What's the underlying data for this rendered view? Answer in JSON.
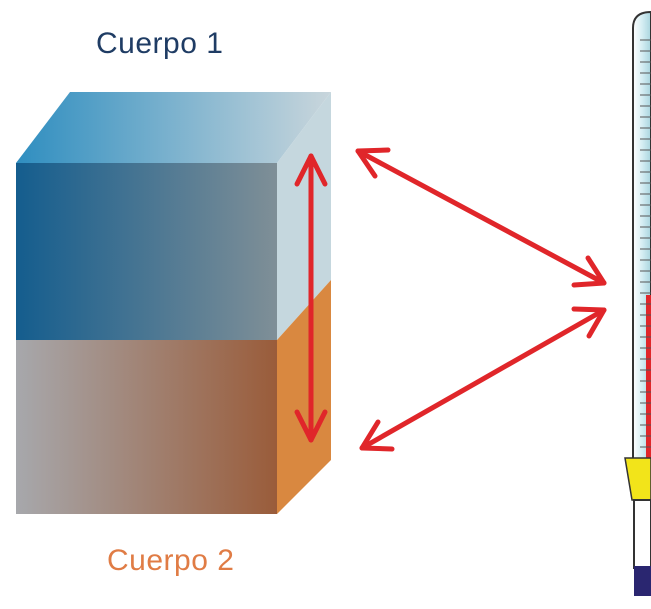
{
  "labels": {
    "body1": "Cuerpo 1",
    "body2": "Cuerpo 2"
  },
  "colors": {
    "body1_text": "#1f3c64",
    "body2_text": "#e07c45",
    "arrow": "#e0262a",
    "cube_top_left": "#2f8ec0",
    "cube_top_right": "#c9d6dc",
    "cube_front_top_left": "#145d8e",
    "cube_front_top_right": "#7f8f97",
    "cube_front_bottom_left": "#a7a8ac",
    "cube_front_bottom_right": "#9a5c3a",
    "cube_side_top": "#c5d7de",
    "cube_side_bottom": "#d98840",
    "thermometer_fluid": "#e0262a",
    "thermometer_tube": "#d6eef3",
    "thermometer_band": "#f2e41a",
    "thermometer_base": "#2a2670"
  },
  "icons": {
    "cube": "two-body-cube",
    "thermometer": "thermometer-icon",
    "arrows": "double-headed-arrow"
  }
}
